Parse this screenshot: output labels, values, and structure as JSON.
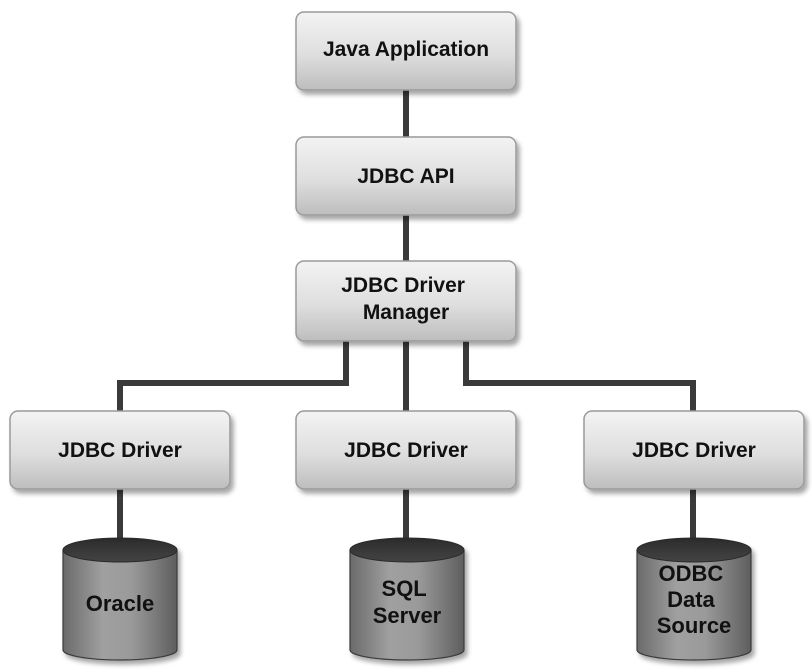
{
  "diagram": {
    "java_application": "Java Application",
    "jdbc_api": "JDBC API",
    "driver_manager": [
      "JDBC Driver",
      "Manager"
    ],
    "drivers": [
      "JDBC Driver",
      "JDBC Driver",
      "JDBC Driver"
    ],
    "databases": [
      [
        "Oracle"
      ],
      [
        "SQL",
        "Server"
      ],
      [
        "ODBC",
        "Data",
        "Source"
      ]
    ]
  }
}
